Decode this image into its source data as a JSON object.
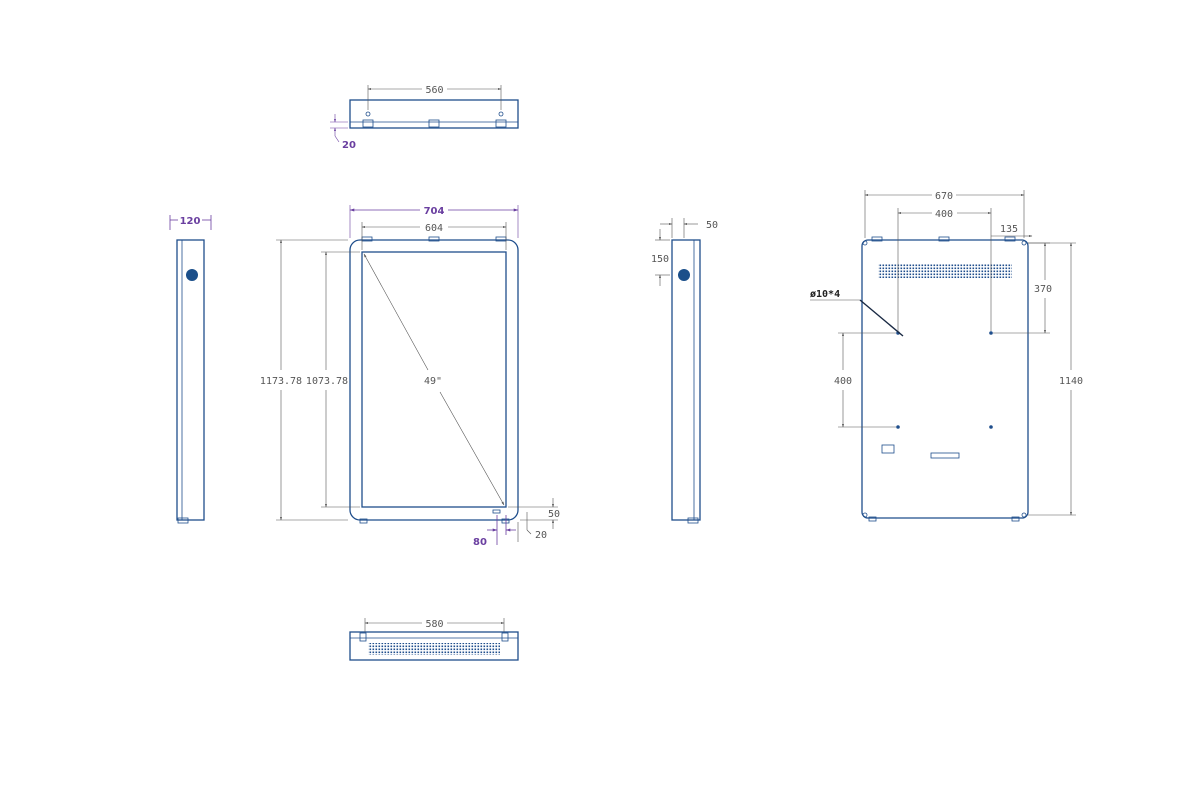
{
  "colors": {
    "outline": "#1f4e8c",
    "accent": "#6a3fa0",
    "dimension": "#555555",
    "marker": "#1b4f8a"
  },
  "top_view": {
    "dim_width": "560",
    "dim_height": "20"
  },
  "left_side_view": {
    "dim_depth": "120"
  },
  "front_view": {
    "dim_outer_width": "704",
    "dim_inner_width": "604",
    "dim_outer_height": "1173.78",
    "dim_inner_height": "1073.78",
    "dim_diagonal": "49\"",
    "dim_bottom_border": "50",
    "dim_side_gap": "20",
    "dim_sensor_offset": "80"
  },
  "right_side_view": {
    "dim_depth": "50",
    "dim_marker_offset": "150"
  },
  "back_view": {
    "dim_overall_width": "670",
    "dim_hole_spacing_x": "400",
    "dim_right_offset": "135",
    "dim_top_offset": "370",
    "dim_hole_spacing_y": "400",
    "dim_overall_height": "1140",
    "hole_callout": "ø10*4"
  },
  "bottom_view": {
    "dim_width": "580"
  }
}
